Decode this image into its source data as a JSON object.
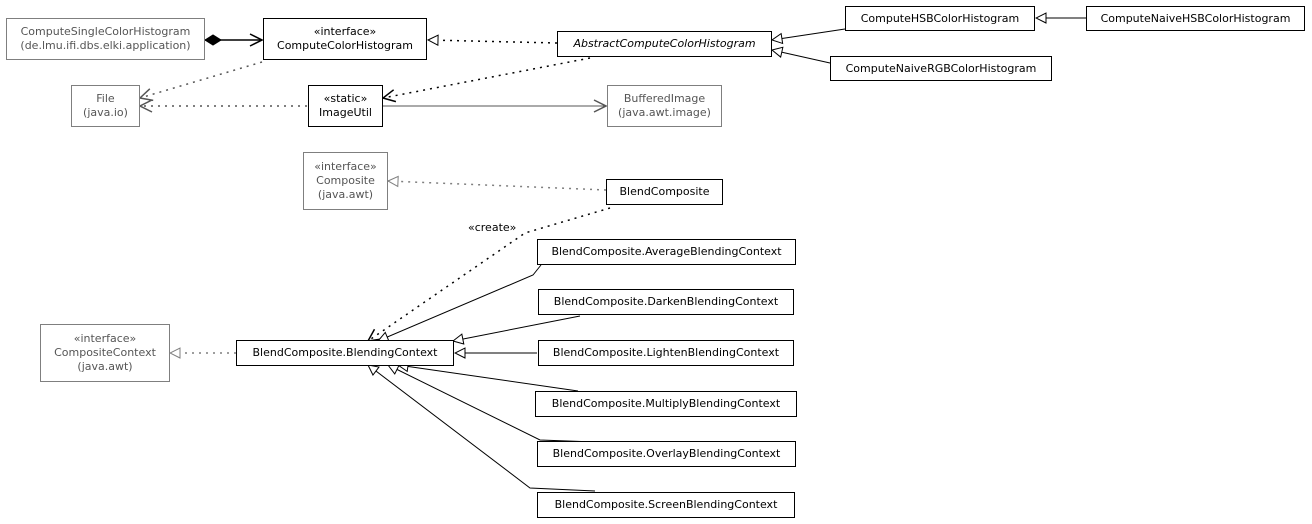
{
  "classes": {
    "compute_single": {
      "name": "ComputeSingleColorHistogram",
      "package": "(de.lmu.ifi.dbs.elki.application)"
    },
    "compute_color_histogram": {
      "stereotype": "«interface»",
      "name": "ComputeColorHistogram"
    },
    "abstract_compute": {
      "name": "AbstractComputeColorHistogram"
    },
    "compute_hsb": {
      "name": "ComputeHSBColorHistogram"
    },
    "compute_naive_hsb": {
      "name": "ComputeNaiveHSBColorHistogram"
    },
    "compute_naive_rgb": {
      "name": "ComputeNaiveRGBColorHistogram"
    },
    "file": {
      "name": "File",
      "package": "(java.io)"
    },
    "image_util": {
      "stereotype": "«static»",
      "name": "ImageUtil"
    },
    "buffered_image": {
      "name": "BufferedImage",
      "package": "(java.awt.image)"
    },
    "composite": {
      "stereotype": "«interface»",
      "name": "Composite",
      "package": "(java.awt)"
    },
    "blend_composite": {
      "name": "BlendComposite"
    },
    "composite_context": {
      "stereotype": "«interface»",
      "name": "CompositeContext",
      "package": "(java.awt)"
    },
    "blending_context": {
      "name": "BlendComposite.BlendingContext"
    },
    "average": {
      "name": "BlendComposite.AverageBlendingContext"
    },
    "darken": {
      "name": "BlendComposite.DarkenBlendingContext"
    },
    "lighten": {
      "name": "BlendComposite.LightenBlendingContext"
    },
    "multiply": {
      "name": "BlendComposite.MultiplyBlendingContext"
    },
    "overlay": {
      "name": "BlendComposite.OverlayBlendingContext"
    },
    "screen": {
      "name": "BlendComposite.ScreenBlendingContext"
    }
  },
  "labels": {
    "create": "«create»"
  }
}
